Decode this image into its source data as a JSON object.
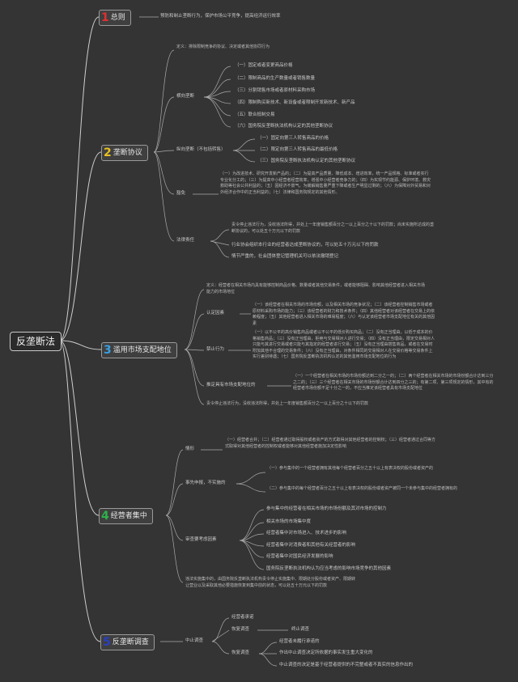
{
  "root": {
    "label": "反垄断法"
  },
  "sections": [
    {
      "num": "1",
      "label": "总则",
      "num_color": "#e03030",
      "children": [
        {
          "text": "预防和制止垄断行为，保护市场公平竞争，提高经济运行效率"
        }
      ]
    },
    {
      "num": "2",
      "label": "垄断协议",
      "num_color": "#e8c020",
      "intro": "定义：排除限制竞争的协议、决定或者其他协同行为",
      "groups": [
        {
          "label": "横向垄断",
          "items": [
            "（一）固定或者变更商品价格",
            "（二）限制商品的生产数量或者销售数量",
            "（三）分割销售市场或者原材料采购市场",
            "（四）限制购买新技术、新设备或者限制开发新技术、新产品",
            "（五）联合抵制交易",
            "（六）国务院反垄断执法机构认定的其他垄断协议"
          ]
        },
        {
          "label": "纵向垄断（不包括转售）",
          "items": [
            "（一）固定向第三人转售商品的价格",
            "（二）限定向第三人转售商品的最低价格",
            "（三）国务院反垄断执法机构认定的其他垄断协议"
          ]
        },
        {
          "label": "豁免",
          "para": "（一）为改进技术、研究开发新产品的；（二）为提高产品质量、降低成本、增进效率，统一产品规格、标准或者实行专业化分工的；（三）为提高中小经营者经营效率，增强中小经营者竞争力的；（四）为实现节约能源、保护环境、救灾救助等社会公共利益的；（五）因经济不景气，为缓解销售量严重下降或者生产明显过剩的；（六）为保障对外贸易和对外经济合作中的正当利益的；（七）法律和国务院规定的其他情形。"
        },
        {
          "label": "法律责任",
          "items": [
            "责令停止违法行为，没收违法所得，并处上一年度销售额百分之一以上百分之十以下的罚款；尚未实施所达成的垄断协议的，可以处五十万元以下的罚款",
            "行业协会组织本行业的经营者达成垄断协议的，可以处五十万元以下的罚款",
            "情节严重的，社会团体登记管理机关可以依法撤销登记"
          ]
        }
      ]
    },
    {
      "num": "3",
      "label": "滥用市场支配地位",
      "num_color": "#3aa0e0",
      "intro": "定义：经营者在相关市场内具有能够控制商品价格、数量或者其他交易条件，或者能够阻碍、影响其他经营者进入相关市场能力的市场地位",
      "groups": [
        {
          "label": "认定因素",
          "para": "（一）该经营者在相关市场的市场份额，以及相关市场的竞争状况；（二）该经营者控制销售市场或者原材料采购市场的能力；（三）该经营者的财力和技术条件；（四）其他经营者对该经营者在交易上的依赖程度；（五）其他经营者进入相关市场的难易程度；（六）与认定该经营者市场支配地位有关的其他因素"
        },
        {
          "label": "禁止行为",
          "para": "（一）以不公平的高价销售商品或者以不公平的低价购买商品；（二）没有正当理由，以低于成本的价格销售商品；（三）没有正当理由，拒绝与交易相对人进行交易；（四）没有正当理由，限定交易相对人只能与其进行交易或者只能与其指定的经营者进行交易；（五）没有正当理由搭售商品，或者在交易时附加其他不合理的交易条件；（六）没有正当理由，对条件相同的交易相对人在交易价格等交易条件上实行差别待遇；（七）国务院反垄断执法机构认定的其他滥用市场支配地位的行为"
        },
        {
          "label": "推定具有市场支配地位的",
          "para": "（一）一个经营者在相关市场的市场份额达到二分之一的；（二）两个经营者在相关市场的市场份额合计达到三分之二的；（三）三个经营者在相关市场的市场份额合计达到四分之三的；有第二项、第三项规定的情形，其中有的经营者市场份额不足十分之一的，不应当推定该经营者具有市场支配地位"
        },
        {
          "label": "责令停止违法行为，没收违法所得，并处上一年度销售额百分之一以上百分之十以下的罚款"
        }
      ]
    },
    {
      "num": "4",
      "label": "经营者集中",
      "num_color": "#2fb04a",
      "groups": [
        {
          "label": "情形",
          "para": "（一）经营者合并；（二）经营者通过取得股权或者资产的方式取得对其他经营者的控制权；（三）经营者通过合同等方式取得对其他经营者的控制权或者能够对其他经营者施加决定性影响"
        },
        {
          "label": "事先申报，不实施的",
          "items": [
            "（一）参与集中的一个经营者拥有其他每个经营者百分之五十以上有表决权的股份或者资产的",
            "（二）参与集中的每个经营者百分之五十以上有表决权的股份或者资产被同一个未参与集中的经营者拥有的"
          ]
        },
        {
          "label": "审查要考虑因素",
          "items": [
            "参与集中的经营者在相关市场的市场份额及其对市场的控制力",
            "相关市场的市场集中度",
            "经营者集中对市场进入、技术进步的影响",
            "经营者集中对消费者和其他有关经营者的影响",
            "经营者集中对国民经济发展的影响",
            "国务院反垄断执法机构认为应当考虑的影响市场竞争的其他因素"
          ]
        },
        {
          "label": "违法实施集中的，由国务院反垄断执法机构责令停止实施集中、限期处分股份或者资产、限期转让营业以及采取其他必要措施恢复到集中前的状态，可以处五十万元以下的罚款"
        }
      ]
    },
    {
      "num": "5",
      "label": "反垄断调查",
      "num_color": "#2a3fc0",
      "groups": [
        {
          "label": "中止调查",
          "items": [
            "经营者承诺",
            "终止调查",
            "恢复调查"
          ]
        },
        {
          "label": "恢复调查",
          "items": [
            "经营者未履行承诺的",
            "作出中止调查决定所依据的事实发生重大变化的",
            "中止调查的决定是基于经营者提供的不完整或者不真实的信息作出的"
          ]
        }
      ]
    }
  ]
}
